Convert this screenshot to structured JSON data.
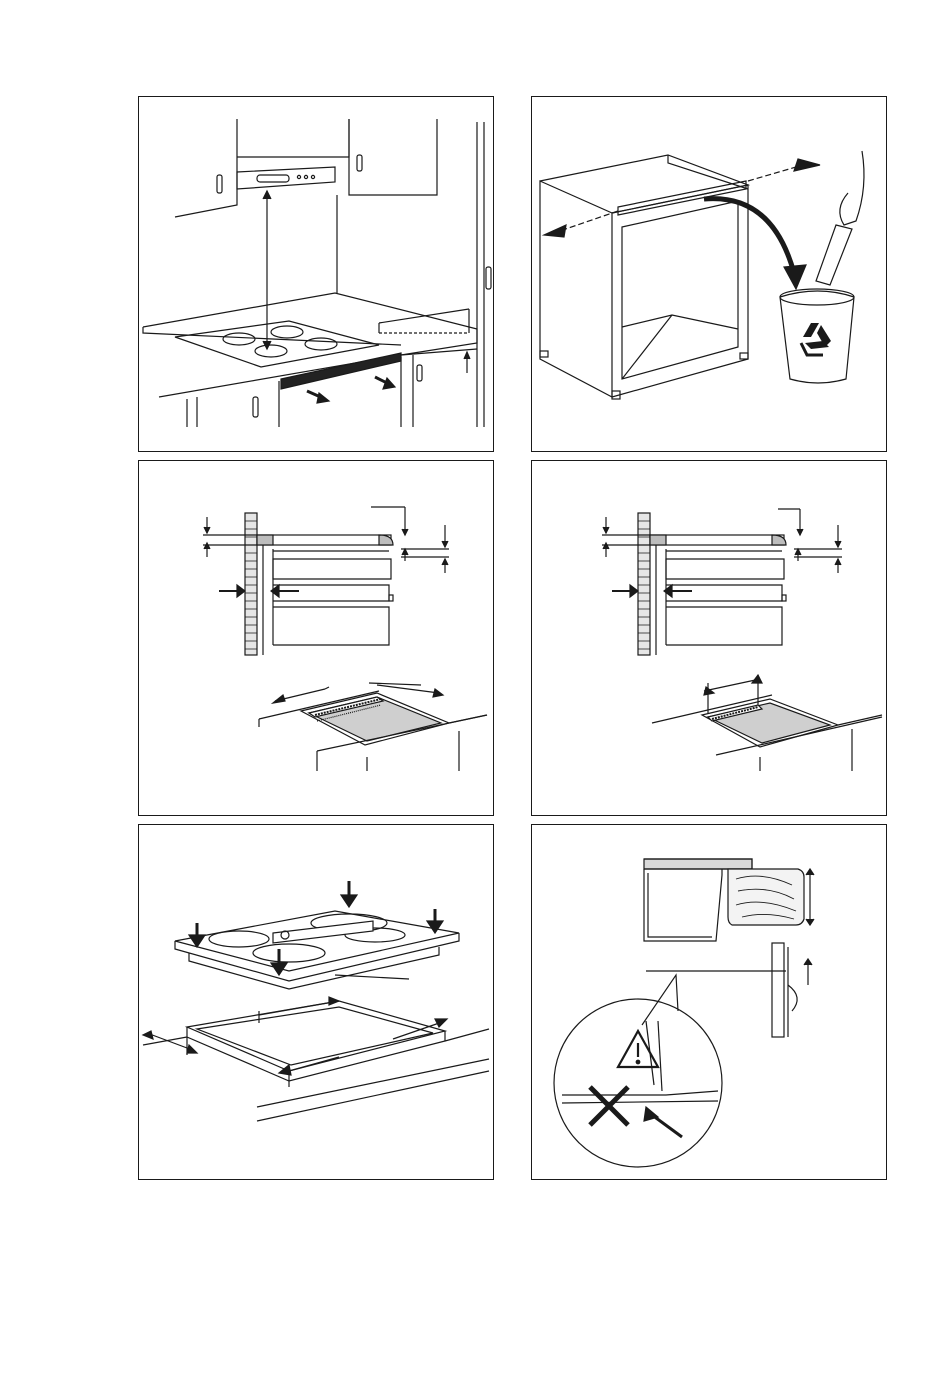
{
  "document": {
    "type": "installation-instruction-figures",
    "panels": [
      {
        "id": "step-1",
        "icon": "kitchen-hob-clearance-diagram"
      },
      {
        "id": "step-2",
        "icon": "remove-cabinet-crossbar-recycle-diagram"
      },
      {
        "id": "step-3",
        "icon": "wall-distance-cutout-with-ventilation-diagram"
      },
      {
        "id": "step-4",
        "icon": "wall-distance-cutout-small-vent-diagram"
      },
      {
        "id": "step-5",
        "icon": "hob-insertion-into-cutout-diagram"
      },
      {
        "id": "step-6",
        "icon": "worktop-edge-warning-diagram"
      }
    ],
    "symbols": {
      "recycle": "recycle-icon",
      "warning": "warning-triangle-icon",
      "prohibited": "prohibited-cross-icon"
    },
    "colors": {
      "line": "#1a1a1a",
      "fill_gray": "#cfcfcf",
      "dark": "#222222"
    }
  }
}
